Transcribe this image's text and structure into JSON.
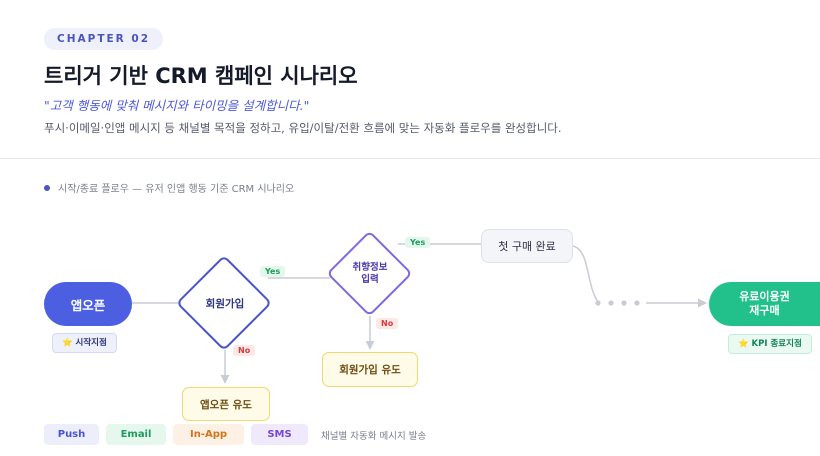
{
  "header": {
    "chapter": "CHAPTER 02",
    "title": "트리거 기반 CRM 캠페인 시나리오",
    "quote": "\"고객 행동에 맞춰 메시지와 타이밍을 설계합니다.\"",
    "description": "푸시·이메일·인앱 메시지 등 채널별 목적을 정하고, 유입/이탈/전환 흐름에 맞는 자동화 플로우를 완성합니다."
  },
  "section": {
    "label": "시작/종료 플로우 — 유저 인앱 행동 기준 CRM 시나리오"
  },
  "flow": {
    "start": "앱오픈",
    "start_badge": "⭐ 시작지점",
    "decision_signup": "회원가입",
    "decision_pref": "취향정보\n입력",
    "first_purchase": "첫 구매 완료",
    "end": "유료이용권\n재구매",
    "end_badge": "⭐ KPI 종료지점",
    "signup_induce": "회원가입 유도",
    "app_induce": "앱오픈 유도",
    "yes": "Yes",
    "no": "No"
  },
  "channels": {
    "items": [
      "Push",
      "Email",
      "In-App",
      "SMS"
    ],
    "note": "채널별 자동화 메시지 발송"
  },
  "colors": {
    "primary": "#4b5fe0",
    "success": "#22c08a",
    "yes": "#1e9b5f",
    "no": "#d43b3b",
    "connector": "#c9ccd4"
  }
}
